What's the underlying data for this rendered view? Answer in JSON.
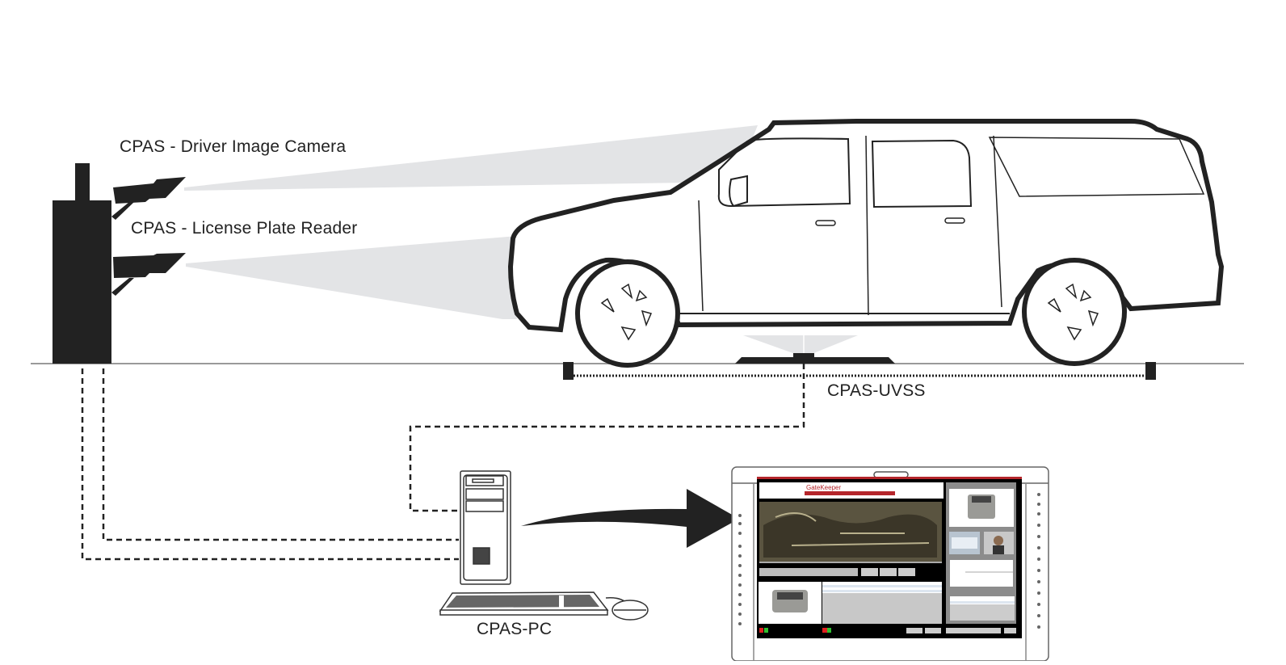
{
  "diagram": {
    "title": "CPAS system layout",
    "labels": {
      "driver_camera": "CPAS - Driver Image Camera",
      "license_plate_reader": "CPAS - License Plate Reader",
      "uvss": "CPAS-UVSS",
      "pc": "CPAS-PC"
    },
    "monitor_screen": {
      "brand": "GateKeeper",
      "panels": [
        "under-vehicle-scan",
        "rear-vehicle-image",
        "license-plate-image",
        "driver-face-image",
        "front-vehicle-image",
        "records-list"
      ]
    },
    "colors": {
      "ink": "#222222",
      "beam": "#e3e4e6",
      "ground": "#9a9a9a",
      "brand_red": "#b5262b",
      "status_red": "#e02020",
      "status_green": "#30c030"
    }
  }
}
